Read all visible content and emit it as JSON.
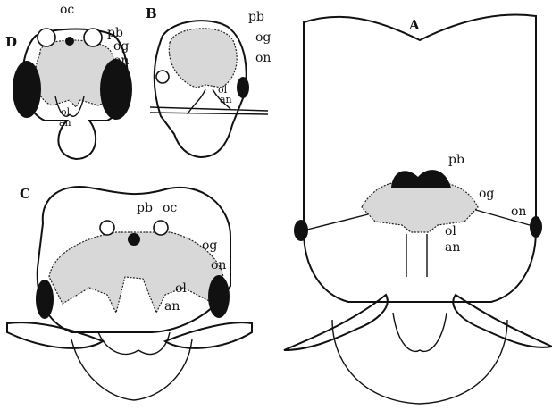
{
  "panels": {
    "D": {
      "letter": "D",
      "labels": [
        "oc",
        "pb",
        "og",
        "on",
        "ol",
        "an"
      ]
    },
    "B": {
      "letter": "B",
      "labels": [
        "pb",
        "og",
        "on",
        "ol",
        "an"
      ]
    },
    "C": {
      "letter": "C",
      "labels": [
        "pb",
        "oc",
        "og",
        "on",
        "ol",
        "an"
      ]
    },
    "A": {
      "letter": "A",
      "labels": [
        "pb",
        "og",
        "on",
        "ol",
        "an"
      ]
    }
  },
  "colors": {
    "ink": "#111111",
    "brain_fill": "#d8d8d8",
    "paper": "#ffffff"
  }
}
